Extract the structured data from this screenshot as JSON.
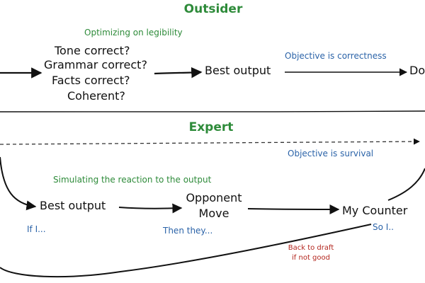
{
  "outsider": {
    "title": "Outsider",
    "subtitle": "Optimizing on legibility",
    "checks": [
      "Tone correct?",
      "Grammar correct?",
      "Facts correct?",
      "Coherent?"
    ],
    "best_output": "Best output",
    "objective": "Objective is correctness",
    "end_label": "Do"
  },
  "expert": {
    "title": "Expert",
    "objective": "Objective is survival",
    "subtitle": "Simulating the reaction to the output",
    "best_output": "Best output",
    "opponent_line1": "Opponent",
    "opponent_line2": "Move",
    "my_counter": "My Counter",
    "if_i": "If I...",
    "then_they": "Then they...",
    "so_i": "So I..",
    "back_line1": "Back to draft",
    "back_line2": "if not good"
  },
  "colors": {
    "green": "#2e8b3a",
    "blue": "#2b63a8",
    "red": "#b3261e",
    "ink": "#111111"
  }
}
